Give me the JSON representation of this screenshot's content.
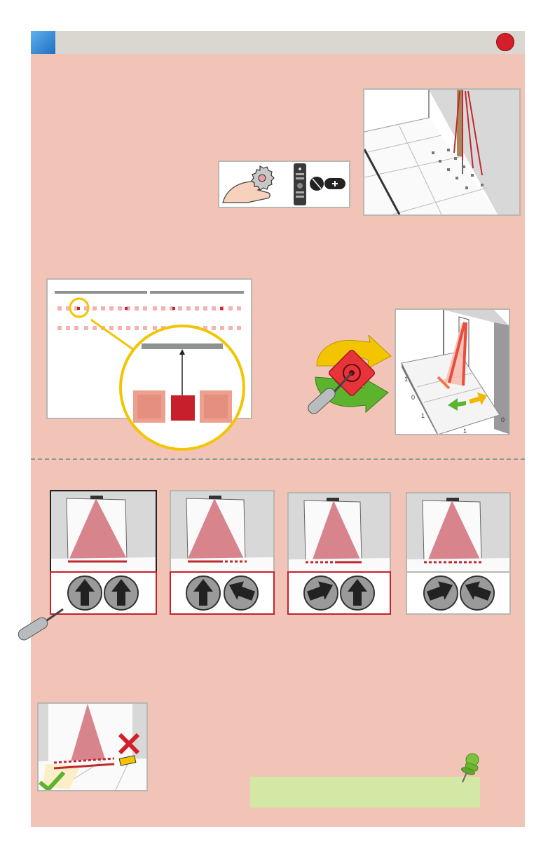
{
  "colors": {
    "page_bg": "#f2c4b8",
    "header_bg": "#d9d7cf",
    "tab_blue": "#2a86d8",
    "alert_red": "#d21f2a",
    "beam_red": "#c0282e",
    "highlight_yellow": "#f2c500",
    "note_green": "#d2e8a4",
    "arrow_green": "#5cb32e",
    "arrow_yellow": "#f2b800"
  },
  "icons": {
    "header_badge": "red-circle-icon",
    "push_button": "hand-press-button-icon",
    "remote": "remote-control-icon",
    "knob": "adjustment-knob-icon",
    "plus": "plus-icon",
    "screwdriver": "screwdriver-icon",
    "rotation": "rotation-arrows-icon",
    "pin": "pushpin-icon",
    "check": "check-icon",
    "cross": "cross-icon"
  },
  "axis_labels": {
    "tick_1a": "1",
    "tick_0": "0",
    "tick_1b": "1",
    "tick_1c": "1",
    "tick_0b": "0"
  }
}
